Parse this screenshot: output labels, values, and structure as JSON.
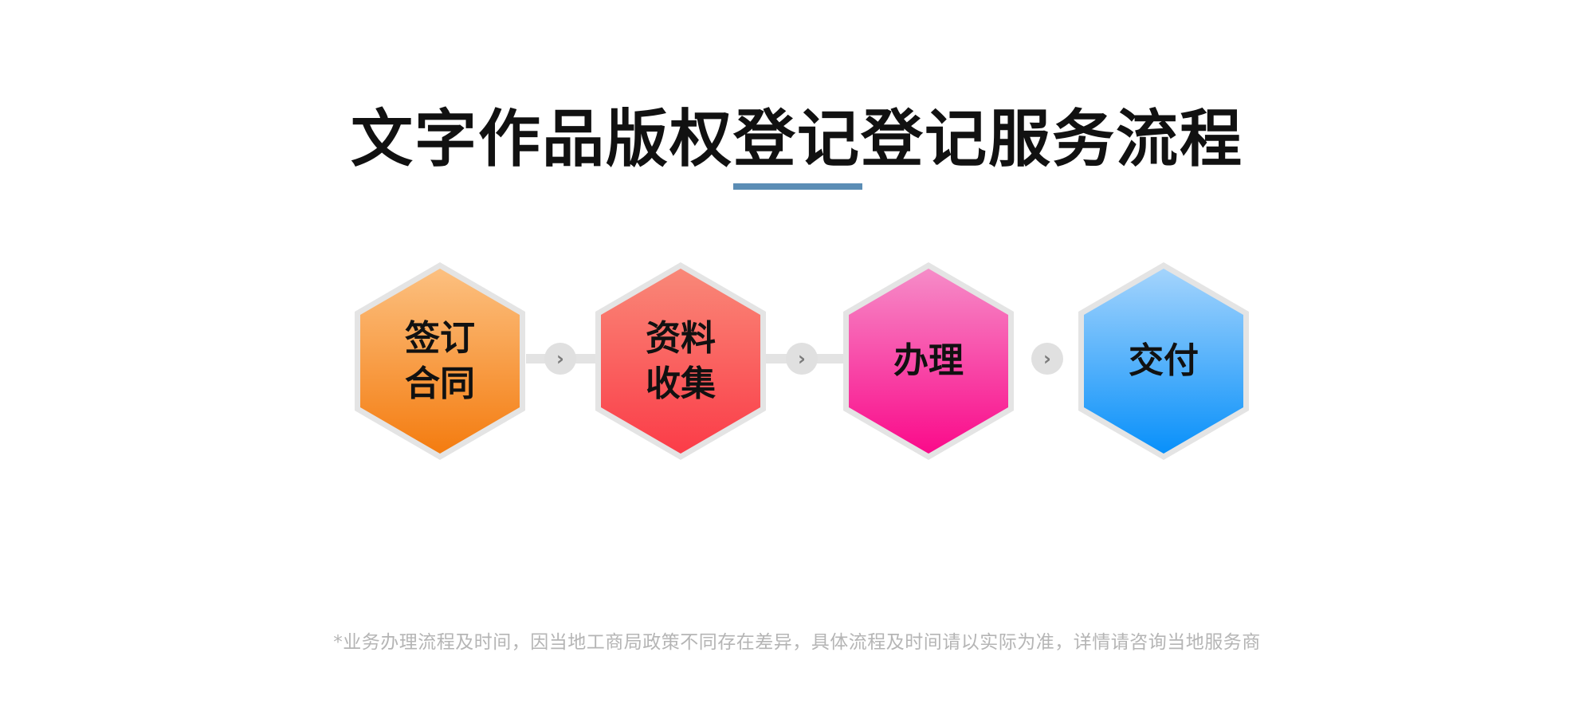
{
  "title": "文字作品版权登记登记服务流程",
  "accent_color": "#5b8db5",
  "steps": [
    {
      "label": "签订\n合同",
      "color_top": "#fcc080",
      "color_bottom": "#f47c10"
    },
    {
      "label": "资料\n收集",
      "color_top": "#f98878",
      "color_bottom": "#fb3c48"
    },
    {
      "label": "办理",
      "color_top": "#f68cc8",
      "color_bottom": "#fa0a8a"
    },
    {
      "label": "交付",
      "color_top": "#a4d4fc",
      "color_bottom": "#0890fa"
    }
  ],
  "connector_icon": "chevron-right-icon",
  "footnote": "*业务办理流程及时间，因当地工商局政策不同存在差异，具体流程及时间请以实际为准，详情请咨询当地服务商"
}
